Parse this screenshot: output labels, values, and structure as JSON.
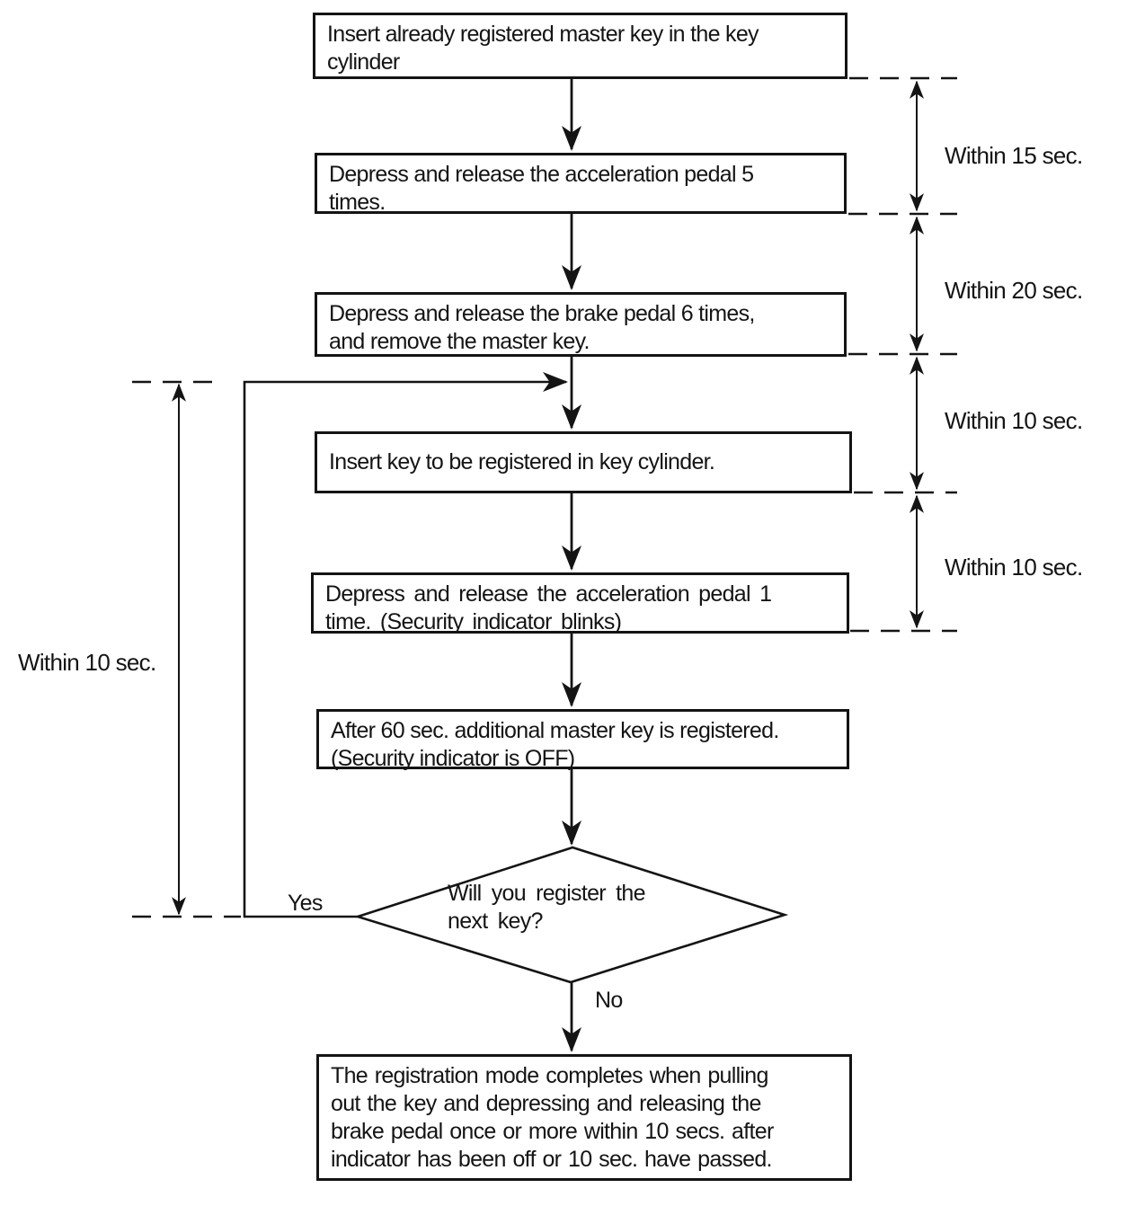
{
  "steps": {
    "step1": "Insert already registered master key in the key\ncylinder",
    "step2": "Depress and release the acceleration pedal 5\ntimes.",
    "step3": "Depress and release the brake pedal 6 times,\nand remove the master key.",
    "step4": "Insert key to be registered in key cylinder.",
    "step5": "Depress and release the acceleration pedal 1\ntime. (Security indicator blinks)",
    "step6": "After 60 sec. additional master key is registered.\n(Security indicator is OFF)",
    "decision": "Will you register the\nnext key?",
    "final": "The registration mode completes when pulling\nout the key and depressing and releasing the\nbrake pedal once or more within 10 secs. after\nindicator has been off or 10 sec. have passed."
  },
  "branches": {
    "yes": "Yes",
    "no": "No"
  },
  "timing": {
    "left": "Within 10 sec.",
    "right": [
      "Within 15 sec.",
      "Within 20 sec.",
      "Within 10 sec.",
      "Within 10 sec."
    ]
  },
  "colors": {
    "ink": "#141414",
    "background": "#ffffff"
  }
}
